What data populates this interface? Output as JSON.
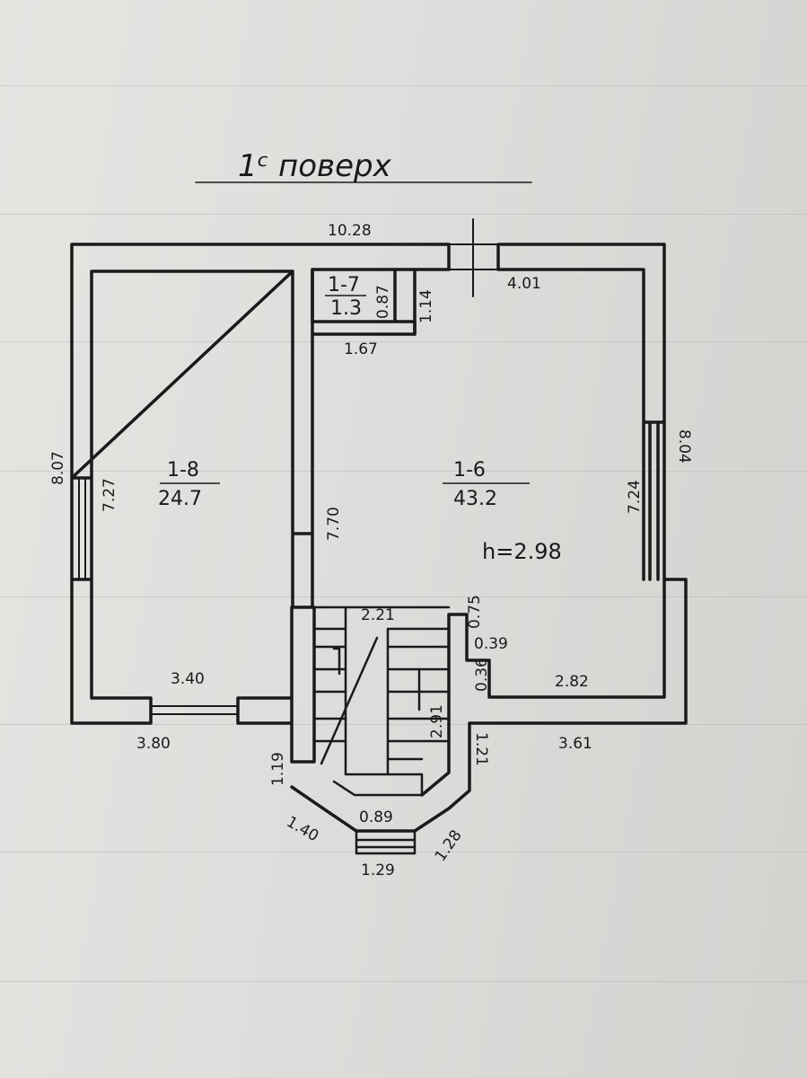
{
  "title": "1ᶜ поверх",
  "rooms": [
    {
      "id": "1-8",
      "area": "24.7"
    },
    {
      "id": "1-6",
      "area": "43.2"
    },
    {
      "id": "1-7",
      "area": "1.3"
    }
  ],
  "height_note": "h=2.98",
  "dimensions": {
    "top_total": "10.28",
    "top_right": "4.01",
    "left_outer": "8.07",
    "left_inner": "7.27",
    "right_outer": "8.04",
    "right_inner": "7.24",
    "mid_wall": "7.70",
    "closet_w": "1.67",
    "closet_h1": "0.87",
    "closet_h2": "1.14",
    "room8_width": "3.40",
    "bottom_left": "3.80",
    "stair_width": "2.21",
    "stair_length": "2.91",
    "step_a": "0.75",
    "step_b": "0.39",
    "step_c": "0.36",
    "room6_bottom": "2.82",
    "bottom_right": "3.61",
    "porch_left": "1.19",
    "porch_right": "1.21",
    "porch_inner": "0.89",
    "porch_diag_left": "1.40",
    "porch_diag_right": "1.28",
    "porch_bottom": "1.29"
  }
}
